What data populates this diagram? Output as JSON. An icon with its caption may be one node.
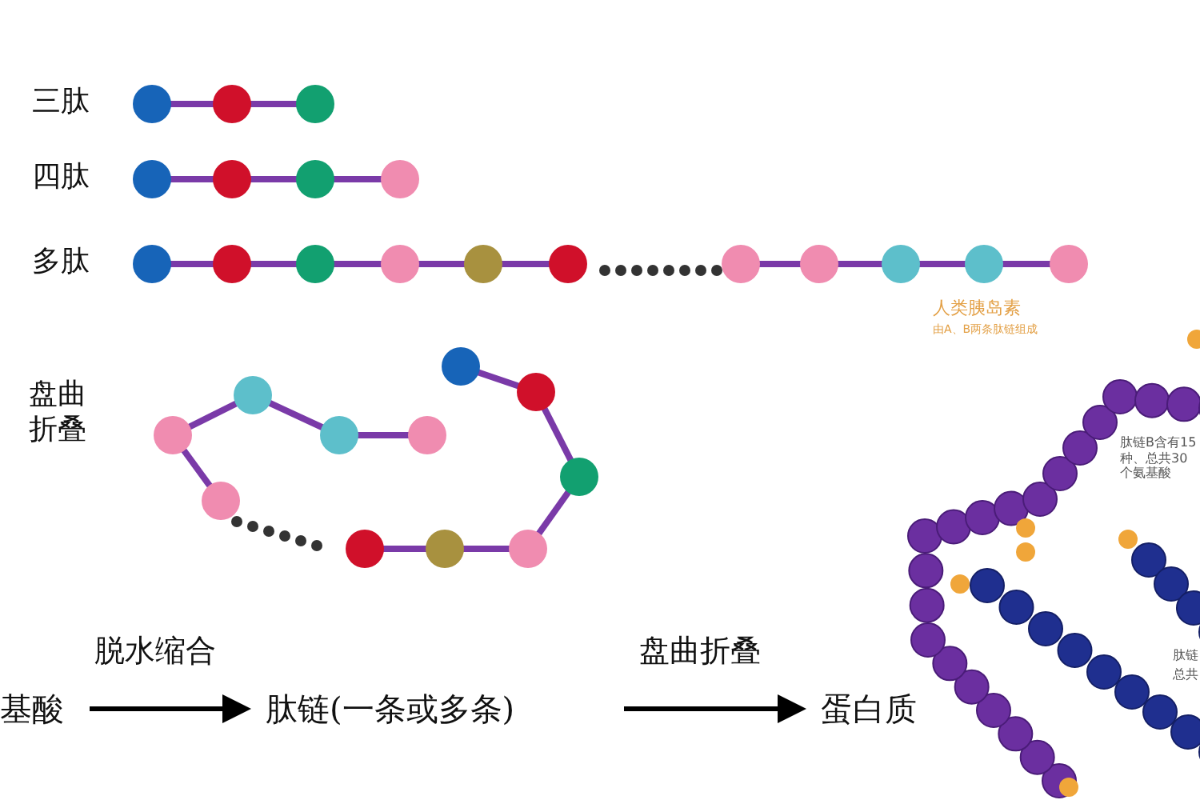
{
  "diagram": {
    "nodes": [
      {
        "text": [
          "基酸"
        ]
      },
      {
        "text": [
          "肽链(一条或多条)"
        ]
      },
      {
        "text": [
          "蛋白质"
        ]
      }
    ],
    "edges": [
      {
        "from": 0,
        "to": 1,
        "arrow": "to",
        "label": "脱水缩合"
      },
      {
        "from": 1,
        "to": 2,
        "arrow": "to",
        "label": "盘曲折叠"
      }
    ],
    "labels": [
      "三肽",
      "四肽",
      "多肽",
      "人类胰岛素",
      "由A、B两条肽链组成",
      "盘曲折叠",
      "肽链B含有15种、总共30个氨基酸",
      "肽链",
      "总共"
    ]
  }
}
